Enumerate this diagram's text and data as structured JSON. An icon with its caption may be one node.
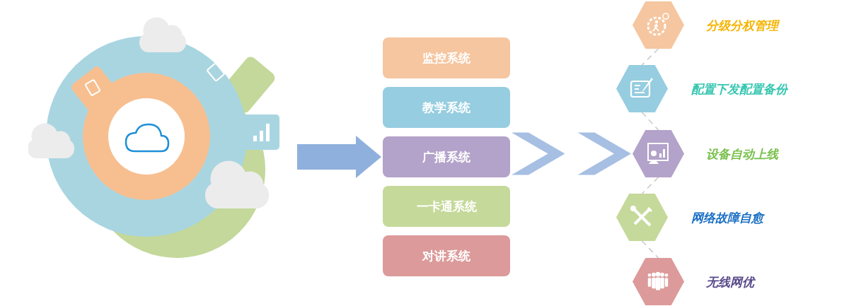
{
  "diagram": {
    "nodes": [
      {
        "text": [],
        "shape": "picture"
      },
      {
        "text": [
          "监控系统"
        ]
      },
      {
        "text": [
          "教学系统"
        ]
      },
      {
        "text": [
          "广播系统"
        ]
      },
      {
        "text": [
          "一卡通系统"
        ]
      },
      {
        "text": [
          "对讲系统"
        ]
      },
      {
        "text": [],
        "shape": "hexagon",
        "beside": [
          "分级分权管理"
        ]
      },
      {
        "text": [],
        "shape": "hexagon",
        "beside": [
          "配置下发配置备份"
        ]
      },
      {
        "text": [],
        "shape": "hexagon",
        "beside": [
          "设备自动上线"
        ]
      },
      {
        "text": [],
        "shape": "hexagon",
        "beside": [
          "网络故障自愈"
        ]
      },
      {
        "text": [],
        "shape": "hexagon",
        "beside": [
          "无线网优"
        ]
      }
    ],
    "edges": [
      {
        "from": 0,
        "to": 3,
        "arrow": "to",
        "style": "thick"
      },
      {
        "from": 3,
        "to": 8,
        "arrow": "to",
        "style": "thick"
      },
      {
        "from": 6,
        "to": 7,
        "arrow": "none",
        "style": "dashed"
      },
      {
        "from": 7,
        "to": 8,
        "arrow": "none",
        "style": "dashed"
      },
      {
        "from": 8,
        "to": 9,
        "arrow": "none",
        "style": "dashed"
      },
      {
        "from": 9,
        "to": 10,
        "arrow": "none",
        "style": "dashed"
      }
    ]
  }
}
